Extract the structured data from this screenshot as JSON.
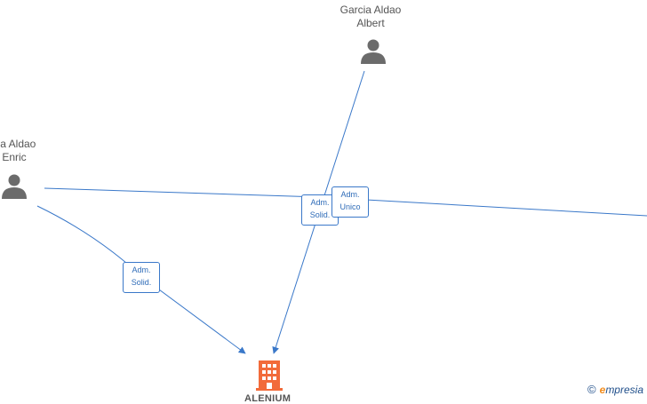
{
  "nodes": {
    "albert": {
      "line1": "Garcia Aldao",
      "line2": "Albert"
    },
    "enric": {
      "line1": "cia Aldao",
      "line2": "Enric"
    },
    "company": {
      "name": "ALENIUM"
    }
  },
  "edges": {
    "albert_to_company": {
      "line1": "Adm.",
      "line2": "Solid."
    },
    "enric_to_right": {
      "line1": "Adm.",
      "line2": "Unico"
    },
    "enric_to_company": {
      "line1": "Adm.",
      "line2": "Solid."
    }
  },
  "brand": {
    "copyright": "©",
    "initial": "e",
    "rest": "mpresia"
  },
  "colors": {
    "edge": "#3a78c9",
    "person": "#6b6b6b",
    "company": "#f26b3a"
  }
}
